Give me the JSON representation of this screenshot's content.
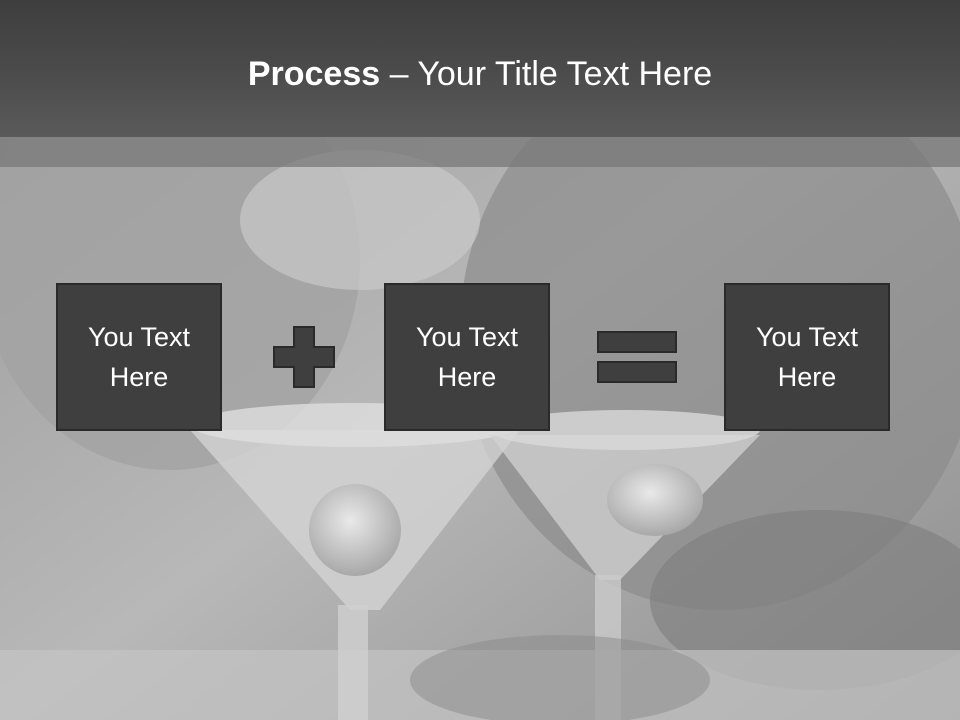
{
  "slide": {
    "title_bold": "Process",
    "title_rest": " – Your Title Text Here",
    "background": "grayscale-cocktail-photo",
    "colors": {
      "title_bar": "#474747",
      "box_fill": "#3f3f3f",
      "box_border": "#2a2a2a",
      "text": "#ffffff"
    }
  },
  "process": {
    "boxes": [
      {
        "line1": "You Text",
        "line2": "Here"
      },
      {
        "line1": "You Text",
        "line2": "Here"
      },
      {
        "line1": "You Text",
        "line2": "Here"
      }
    ],
    "operators": [
      "plus-icon",
      "equals-icon"
    ]
  }
}
